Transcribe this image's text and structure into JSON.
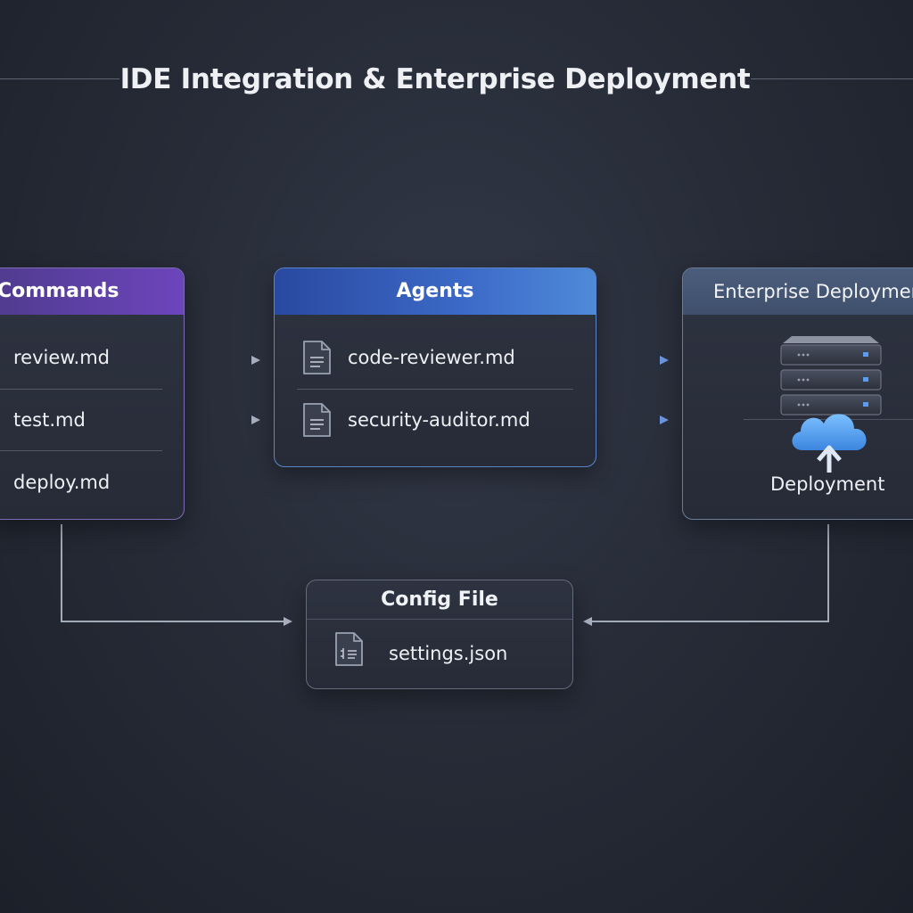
{
  "title": "IDE Integration & Enterprise Deployment",
  "commands": {
    "header": "Commands",
    "items": [
      "review.md",
      "test.md",
      "deploy.md"
    ]
  },
  "agents": {
    "header": "Agents",
    "items": [
      "code-reviewer.md",
      "security-auditor.md"
    ]
  },
  "deployment": {
    "header": "Enterprise Deployment",
    "label": "Deployment"
  },
  "config": {
    "header": "Config File",
    "file": "settings.json"
  },
  "colors": {
    "commands_accent": "#6c45bb",
    "agents_accent": "#3c6ac8",
    "deployment_accent": "#4b5d7c",
    "cloud": "#5aa2f0"
  }
}
